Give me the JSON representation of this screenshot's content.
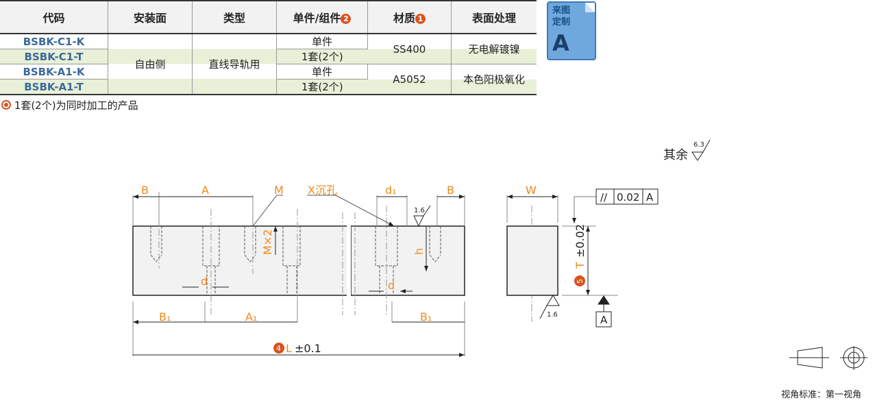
{
  "table": {
    "headers": [
      "代码",
      "安装面",
      "类型",
      "单件/组件",
      "材质",
      "表面处理"
    ],
    "header_badges": {
      "unit": "2",
      "material": "1"
    },
    "rows": [
      {
        "code": "BSBK-C1-K",
        "unit": "单件"
      },
      {
        "code": "BSBK-C1-T",
        "unit": "1套(2个)"
      },
      {
        "code": "BSBK-A1-K",
        "unit": "单件"
      },
      {
        "code": "BSBK-A1-T",
        "unit": "1套(2个)"
      }
    ],
    "mount": "自由侧",
    "type": "直线导轨用",
    "materials": [
      {
        "name": "SS400",
        "finish": "无电解镀镍"
      },
      {
        "name": "A5052",
        "finish": "本色阳极氧化"
      }
    ]
  },
  "note": "1套(2个)为同时加工的产品",
  "custom_badge": {
    "line1": "来图",
    "line2": "定制",
    "letter": "A"
  },
  "drawing": {
    "roughness_rest_label": "其余",
    "roughness_rest": "6.3",
    "roughness": "1.6",
    "dims": {
      "B": "B",
      "A": "A",
      "M": "M",
      "X": "X沉孔",
      "d1": "d₁",
      "W": "W",
      "MX2": "M×2",
      "h": "h",
      "d": "d",
      "B1": "B₁",
      "A1": "A₁",
      "L": "L",
      "L_tol": "±0.1",
      "L_badge": "4",
      "T": "T",
      "T_tol": "±0.02",
      "T_badge": "5"
    },
    "tolerance_frame": {
      "symbol": "//",
      "value": "0.02",
      "datum": "A"
    },
    "datum": "A"
  },
  "view_standard": "视角标准：第一视角",
  "colors": {
    "accent": "#f08a1c",
    "badge": "#d9531e",
    "code": "#3a6a9a",
    "green_row": "#e8f0d8"
  }
}
